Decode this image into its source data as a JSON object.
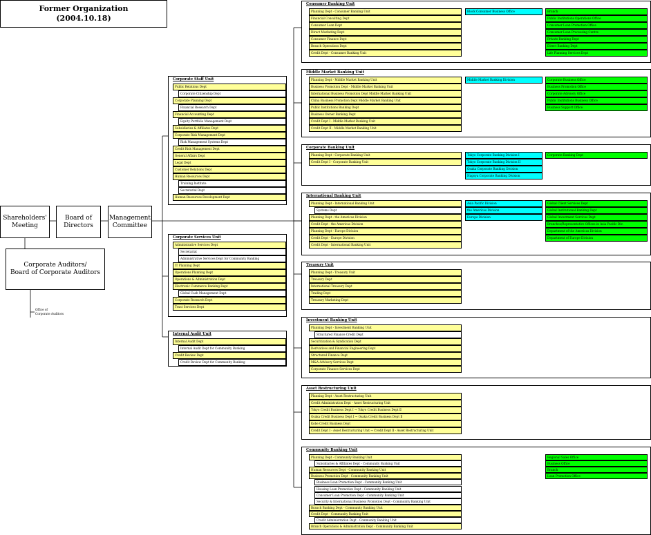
{
  "header": {
    "line1": "Former Organization",
    "line2": "(2004.10.18)"
  },
  "nodes": {
    "shareholders": "Shareholders'\nMeeting",
    "board": "Board of\nDirectors",
    "management": "Management\nCommittee",
    "auditors": "Corporate Auditors/\nBoard of Corporate Auditors",
    "office_auditors": "Office of\nCorporate Auditors"
  },
  "left_panels": [
    {
      "title": "Corporate Staff Unit",
      "rows": [
        {
          "t": "Public Relations Dept",
          "k": "y",
          "i": 0
        },
        {
          "t": "Corporate Citizenship Dept",
          "k": "w",
          "i": 1
        },
        {
          "t": "Corporate Planning Dept",
          "k": "y",
          "i": 0
        },
        {
          "t": "Financial Research Dept",
          "k": "w",
          "i": 1
        },
        {
          "t": "Financial Accounting Dept",
          "k": "y",
          "i": 0
        },
        {
          "t": "Equity Portfolio Management Dept",
          "k": "w",
          "i": 1
        },
        {
          "t": "Subsidiaries & Affiliates Dept",
          "k": "y",
          "i": 0
        },
        {
          "t": "Corporate Risk Management Dept",
          "k": "y",
          "i": 0
        },
        {
          "t": "Risk Management Systems Dept",
          "k": "w",
          "i": 1
        },
        {
          "t": "Credit Risk Management Dept",
          "k": "y",
          "i": 0
        },
        {
          "t": "General Affairs Dept",
          "k": "y",
          "i": 0
        },
        {
          "t": "Legal Dept",
          "k": "y",
          "i": 0
        },
        {
          "t": "Customer Relations Dept",
          "k": "y",
          "i": 0
        },
        {
          "t": "Human Resources Dept",
          "k": "y",
          "i": 0
        },
        {
          "t": "Training Institute",
          "k": "w",
          "i": 1
        },
        {
          "t": "Secretarial Dept",
          "k": "w",
          "i": 1
        },
        {
          "t": "Human Resources Development Dept",
          "k": "y",
          "i": 0
        }
      ]
    },
    {
      "title": "Corporate Services Unit",
      "rows": [
        {
          "t": "Administrative Services Dept",
          "k": "y",
          "i": 0
        },
        {
          "t": "Secretariat",
          "k": "w",
          "i": 1
        },
        {
          "t": "Administrative Services Dept for Community Banking",
          "k": "w",
          "i": 1
        },
        {
          "t": "IT Planning Dept",
          "k": "y",
          "i": 0
        },
        {
          "t": "Operations Planning Dept",
          "k": "y",
          "i": 0
        },
        {
          "t": "Operations & Administration Dept",
          "k": "y",
          "i": 0
        },
        {
          "t": "Electronic Commerce Banking Dept",
          "k": "y",
          "i": 0
        },
        {
          "t": "Global Cash Management Dept",
          "k": "w",
          "i": 1
        },
        {
          "t": "Corporate Research Dept",
          "k": "y",
          "i": 0
        },
        {
          "t": "Trust Services Dept",
          "k": "y",
          "i": 0
        }
      ]
    },
    {
      "title": "Internal Audit Unit",
      "rows": [
        {
          "t": "Internal Audit Dept",
          "k": "y",
          "i": 0
        },
        {
          "t": "Internal Audit Dept for Community Banking",
          "k": "w",
          "i": 1
        },
        {
          "t": "Credit Review Dept",
          "k": "y",
          "i": 0
        },
        {
          "t": "Credit Review Dept for Community Banking",
          "k": "w",
          "i": 1
        }
      ]
    }
  ],
  "right_panels": [
    {
      "title": "Consumer Banking Unit",
      "rows": [
        {
          "t": "Planning Dept - Consumer Banking Unit",
          "k": "y",
          "i": 0
        },
        {
          "t": "Financial Consulting Dept",
          "k": "y",
          "i": 0
        },
        {
          "t": "Consumer Loan Dept",
          "k": "y",
          "i": 0
        },
        {
          "t": "Direct Marketing Dept",
          "k": "y",
          "i": 0
        },
        {
          "t": "Consumer Finance Dept",
          "k": "y",
          "i": 0
        },
        {
          "t": "Branch Operations Dept",
          "k": "y",
          "i": 0
        },
        {
          "t": "Credit Dept - Consumer Banking Unit",
          "k": "y",
          "i": 0
        }
      ],
      "mid": [
        {
          "t": "Block Consumer Business Office",
          "k": "c"
        }
      ],
      "side": [
        {
          "t": "Branch",
          "k": "g"
        },
        {
          "t": "Public Institutions Operations Office",
          "k": "g"
        },
        {
          "t": "Consumer Loan Promotion Office",
          "k": "g"
        },
        {
          "t": "Consumer Loan Processing Centre",
          "k": "g"
        },
        {
          "t": "Private Banking Dept",
          "k": "g"
        },
        {
          "t": "Direct Banking Dept",
          "k": "g"
        },
        {
          "t": "Life Planning Services Dept",
          "k": "g"
        }
      ]
    },
    {
      "title": "Middle Market Banking Unit",
      "rows": [
        {
          "t": "Planning Dept - Middle Market Banking Unit",
          "k": "y",
          "i": 0
        },
        {
          "t": "Business Promotion Dept - Middle Market Banking Unit",
          "k": "y",
          "i": 0
        },
        {
          "t": "International Business Promotion Dept Middle Market Banking Unit",
          "k": "y",
          "i": 0
        },
        {
          "t": "China Business Promotion Dept Middle Market Banking Unit",
          "k": "y",
          "i": 0
        },
        {
          "t": "Public Institutions Banking Dept",
          "k": "y",
          "i": 0
        },
        {
          "t": "Business Owner Banking Dept",
          "k": "y",
          "i": 0
        },
        {
          "t": "Credit Dept I - Middle Market Banking Unit",
          "k": "y",
          "i": 0
        },
        {
          "t": "Credit Dept II - Middle Market Banking Unit",
          "k": "y",
          "i": 0
        }
      ],
      "mid": [
        {
          "t": "Middle Market Banking Division",
          "k": "c"
        }
      ],
      "side": [
        {
          "t": "Corporate Business Office",
          "k": "g"
        },
        {
          "t": "Business Promotion Office",
          "k": "g"
        },
        {
          "t": "Corporate Advisory Office",
          "k": "g"
        },
        {
          "t": "Public Institutions Business Office",
          "k": "g"
        },
        {
          "t": "Business Support Office",
          "k": "g"
        }
      ]
    },
    {
      "title": "Corporate Banking Unit",
      "rows": [
        {
          "t": "Planning Dept - Corporate Banking Unit",
          "k": "y",
          "i": 0
        },
        {
          "t": "Credit Dept I - Corporate Banking Unit",
          "k": "y",
          "i": 0
        }
      ],
      "mid": [
        {
          "t": "Tokyo Corporate Banking Division I",
          "k": "c"
        },
        {
          "t": "Tokyo Corporate Banking Division II",
          "k": "c"
        },
        {
          "t": "Osaka Corporate Banking Division",
          "k": "c"
        },
        {
          "t": "Nagoya Corporate Banking Division",
          "k": "c"
        }
      ],
      "side": [
        {
          "t": "Corporate Banking Dept",
          "k": "g"
        }
      ]
    },
    {
      "title": "International Banking Unit",
      "rows": [
        {
          "t": "Planning Dept - International Banking Unit",
          "k": "y",
          "i": 0
        },
        {
          "t": "Systems Dept",
          "k": "w",
          "i": 1
        },
        {
          "t": "Planning Dept - the Americas Division",
          "k": "y",
          "i": 0
        },
        {
          "t": "Credit Dept - the Americas Division",
          "k": "y",
          "i": 0
        },
        {
          "t": "Planning Dept - Europe Division",
          "k": "y",
          "i": 0
        },
        {
          "t": "Credit Dept - Europe Division",
          "k": "y",
          "i": 0
        },
        {
          "t": "Credit Dept - International Banking Unit",
          "k": "y",
          "i": 0
        }
      ],
      "mid": [
        {
          "t": "Asia Pacific Division",
          "k": "c"
        },
        {
          "t": "the Americas Division",
          "k": "c"
        },
        {
          "t": "Europe Division",
          "k": "c"
        }
      ],
      "side": [
        {
          "t": "Global Client Services Dept",
          "k": "g"
        },
        {
          "t": "Global Institutional Banking Dept",
          "k": "g"
        },
        {
          "t": "Global Investment Services Dept",
          "k": "g"
        },
        {
          "t": "Branches/Representative Offices in Asia Pacific Div.",
          "k": "g"
        },
        {
          "t": "Department of the Americas Division",
          "k": "g"
        },
        {
          "t": "Department of Europe Division",
          "k": "g"
        }
      ]
    },
    {
      "title": "Treasury Unit",
      "rows": [
        {
          "t": "Planning Dept - Treasury Unit",
          "k": "y",
          "i": 0
        },
        {
          "t": "Treasury Dept",
          "k": "y",
          "i": 0
        },
        {
          "t": "International Treasury Dept",
          "k": "y",
          "i": 0
        },
        {
          "t": "Trading Dept",
          "k": "y",
          "i": 0
        },
        {
          "t": "Treasury Marketing Dept",
          "k": "y",
          "i": 0
        }
      ],
      "mid": [],
      "side": []
    },
    {
      "title": "Investment Banking Unit",
      "rows": [
        {
          "t": "Planning Dept - Investment Banking Unit",
          "k": "y",
          "i": 0
        },
        {
          "t": "Structured Finance Credit Dept",
          "k": "w",
          "i": 1
        },
        {
          "t": "Securitization & Syndication Dept",
          "k": "y",
          "i": 0
        },
        {
          "t": "Derivatives and Financial Engineering Dept",
          "k": "y",
          "i": 0
        },
        {
          "t": "Structured Finance Dept",
          "k": "y",
          "i": 0
        },
        {
          "t": "M&A Advisory Services Dept",
          "k": "y",
          "i": 0
        },
        {
          "t": "Corporate Finance Services Dept",
          "k": "y",
          "i": 0
        }
      ],
      "mid": [],
      "side": []
    },
    {
      "title": "Asset Restructuring Unit",
      "rows": [
        {
          "t": "Planning Dept - Asset Restructuring Unit",
          "k": "y",
          "i": 0
        },
        {
          "t": "Credit Administration Dept - Asset Restructuring Unit",
          "k": "y",
          "i": 0
        },
        {
          "t": "Tokyo Credit Business Dept Ⅰ → Tokyo Credit Business Dept Ⅱ",
          "k": "y",
          "i": 0
        },
        {
          "t": "Osaka Credit Business Dept Ⅰ → Osaka Credit Business Dept Ⅱ",
          "k": "y",
          "i": 0
        },
        {
          "t": "Kobe Credit Business Dept",
          "k": "y",
          "i": 0
        },
        {
          "t": "Credit Dept Ⅰ - Asset Restructuring Unit → Credit Dept Ⅱ - Asset Restructuring Unit",
          "k": "y",
          "i": 0
        }
      ],
      "mid": [],
      "side": []
    },
    {
      "title": "Community Banking Unit",
      "rows": [
        {
          "t": "Planning Dept - Community Banking Unit",
          "k": "y",
          "i": 0
        },
        {
          "t": "Subsidiaries & Affiliates Dept - Community Banking Unit",
          "k": "w",
          "i": 1
        },
        {
          "t": "Human Resources Dept - Community Banking Unit",
          "k": "y",
          "i": 0
        },
        {
          "t": "Business Promotion Dept - Community Banking Unit",
          "k": "y",
          "i": 0
        },
        {
          "t": "Business Loan Promotion Dept - Community Banking Unit",
          "k": "w",
          "i": 1
        },
        {
          "t": "Housing Loan Promotion Dept - Community Banking Unit",
          "k": "w",
          "i": 1
        },
        {
          "t": "Consumer Loan Promotion Dept - Community Banking Unit",
          "k": "w",
          "i": 1
        },
        {
          "t": "Security & International Business Promotion Dept - Community Banking Unit",
          "k": "w",
          "i": 1
        },
        {
          "t": "Branch Banking Dept - Community Banking Unit",
          "k": "y",
          "i": 0
        },
        {
          "t": "Credit Dept - Community Banking Unit",
          "k": "y",
          "i": 0
        },
        {
          "t": "Credit Administration Dept - Community Banking Unit",
          "k": "w",
          "i": 1
        },
        {
          "t": "Branch Operations & Administration Dept - Community Banking Unit",
          "k": "y",
          "i": 0
        }
      ],
      "mid": [],
      "side": [
        {
          "t": "Regional Sales Office",
          "k": "g"
        },
        {
          "t": "Business Office",
          "k": "g"
        },
        {
          "t": "Branch",
          "k": "g"
        },
        {
          "t": "Loan Promotion Office",
          "k": "g"
        }
      ]
    }
  ]
}
